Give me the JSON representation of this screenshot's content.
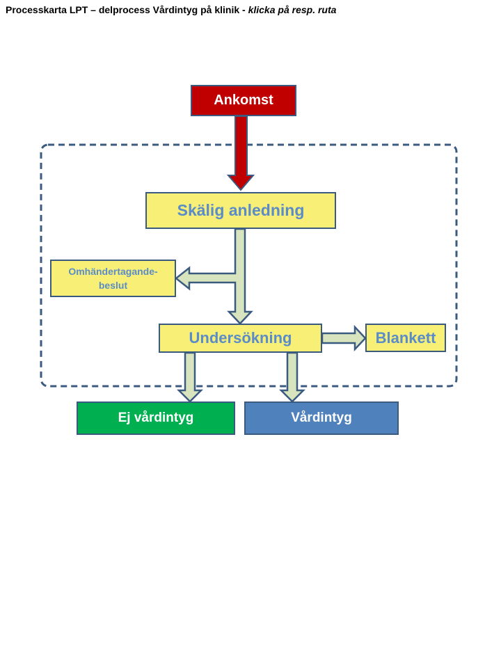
{
  "header": {
    "title_main": "Processkarta LPT – delprocess Vårdintyg på klinik - ",
    "title_italic": "klicka på resp. ruta"
  },
  "boxes": {
    "ankomst": "Ankomst",
    "skalig_anledning": "Skälig anledning",
    "omhandertagande_line1": "Omhändertagande-",
    "omhandertagande_line2": "beslut",
    "undersokning": "Undersökning",
    "blankett": "Blankett",
    "ej_vardintyg": "Ej vårdintyg",
    "vardintyg": "Vårdintyg"
  },
  "colors": {
    "ankomst_fill": "#c00000",
    "process_fill": "#f7ef76",
    "process_text": "#5b8cc8",
    "ej_vardintyg_fill": "#00b050",
    "vardintyg_fill": "#4f81bd",
    "outline": "#3b5a80",
    "arrow_fill": "#d7e4bd"
  }
}
